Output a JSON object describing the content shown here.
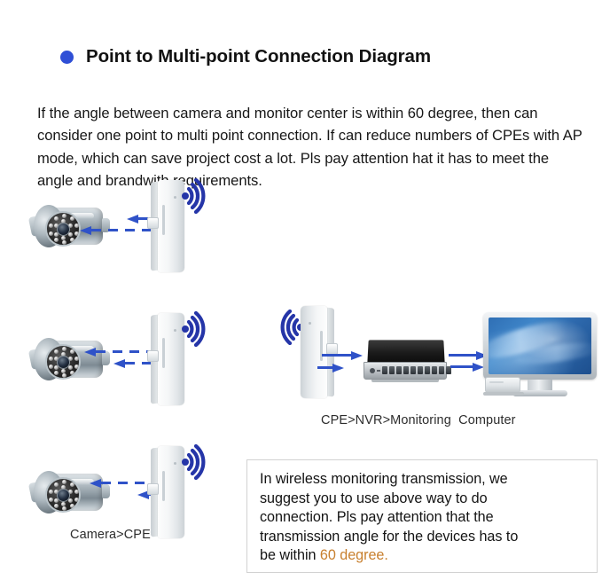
{
  "heading": {
    "bullet_color": "#2f4fd6",
    "text": "Point to Multi-point Connection Diagram"
  },
  "intro": {
    "paragraph": "If the angle between camera and monitor center is within 60 degree, then can consider one point to multi point connection. If can reduce numbers of CPEs with AP mode, which can save project cost a lot. Pls pay attention hat it has to meet the angle and brandwith requirements."
  },
  "diagram": {
    "colors": {
      "arrow": "#2f52c8",
      "wifi": "#2535a8",
      "highlight": "#c8802f"
    },
    "rows": [
      {
        "id": "row-1",
        "devices": [
          "camera",
          "cpe",
          "wifi-signal"
        ],
        "arrow_direction": "left",
        "caption": ""
      },
      {
        "id": "row-2",
        "devices": [
          "camera",
          "cpe",
          "wifi-signal",
          "cpe-receiver",
          "nvr-switch",
          "monitor"
        ],
        "arrow_direction": "left",
        "caption": "CPE>NVR>Monitoring  Computer"
      },
      {
        "id": "row-3",
        "devices": [
          "camera",
          "cpe",
          "wifi-signal"
        ],
        "arrow_direction": "left",
        "caption": "Camera>CPE"
      }
    ]
  },
  "note": {
    "line1": "In wireless monitoring transmission, we",
    "line2": "suggest you to use above way to do",
    "line3": "connection. Pls pay attention that the",
    "line4": "transmission angle for the devices has to",
    "line5_prefix": "be within ",
    "line5_highlight": "60 degree."
  }
}
